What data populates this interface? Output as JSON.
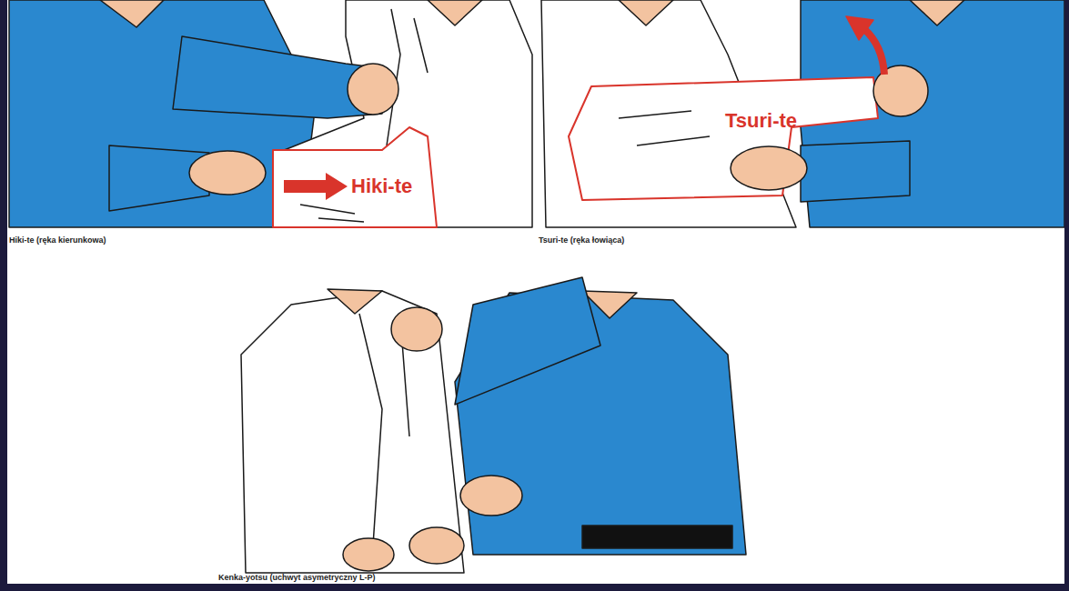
{
  "diagram": {
    "labels": [
      "Hiki-te",
      "Hiki-te (ręka kierunkowa)",
      "Tsuri-te",
      "Tsuri-te (ręka łowiąca)",
      "Kenka-yotsu (uchwyt asymetryczny L-P)"
    ]
  }
}
